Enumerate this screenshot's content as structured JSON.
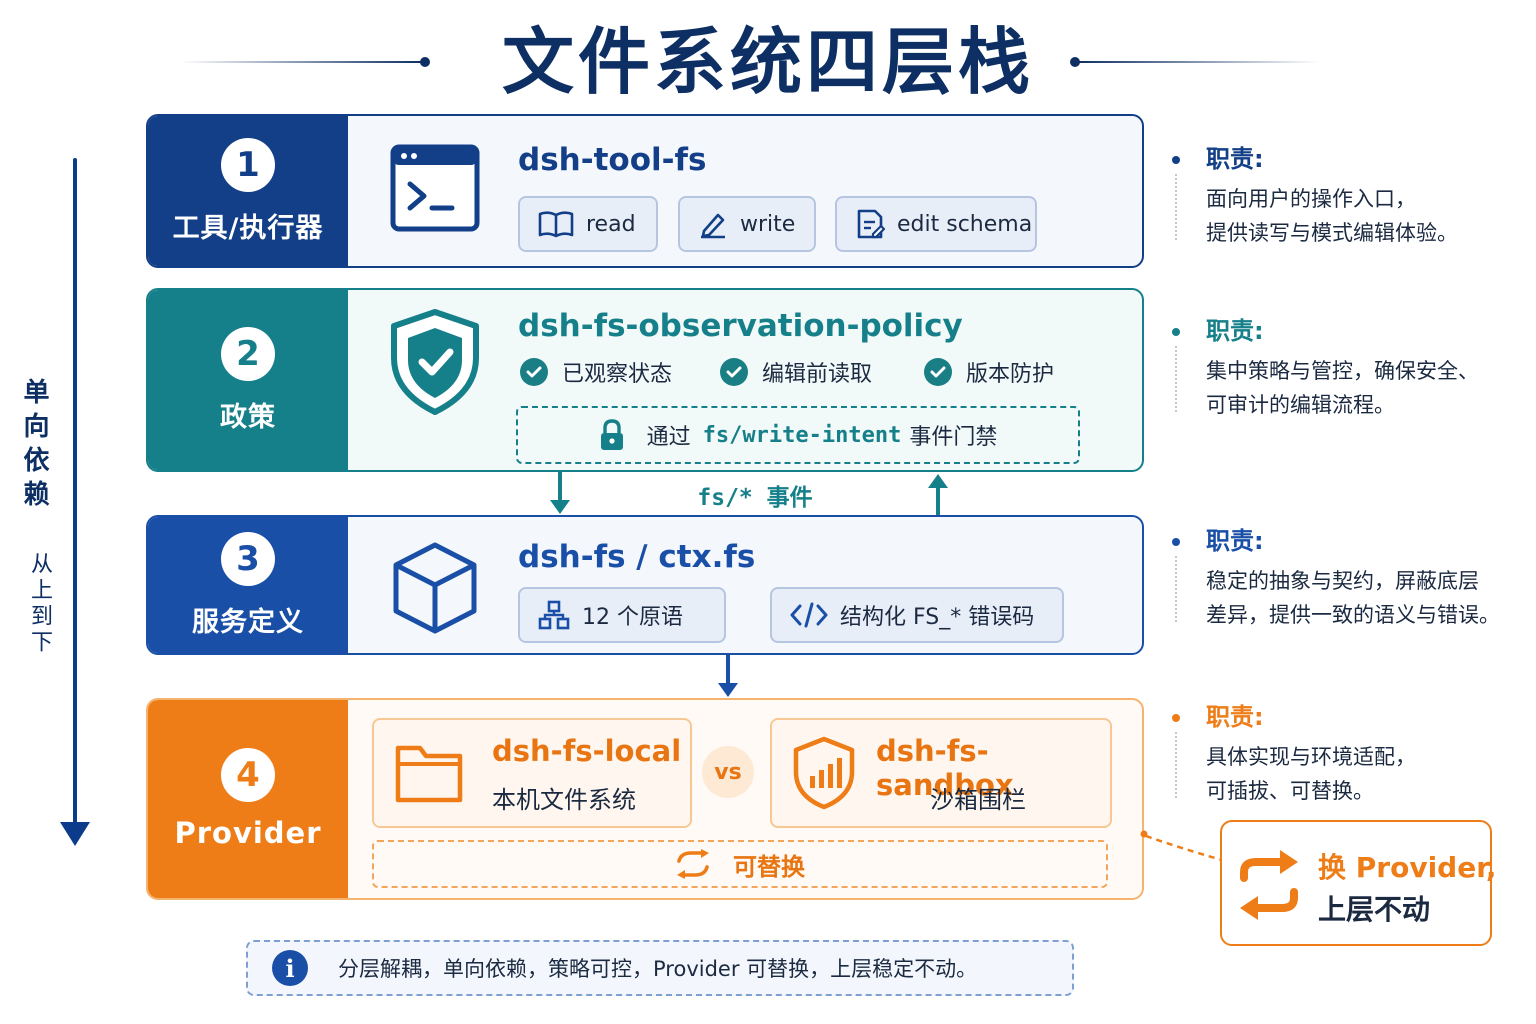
{
  "title": "文件系统四层栈",
  "axis": {
    "label_main": "单向依赖",
    "label_sub": "从上到下"
  },
  "layers": [
    {
      "num": "1",
      "label": "工具/执行器",
      "package": "dsh-tool-fs",
      "pills": [
        "read",
        "write",
        "edit schema"
      ],
      "role_heading": "职责:",
      "role_text": "面向用户的操作入口，\n提供读写与模式编辑体验。"
    },
    {
      "num": "2",
      "label": "政策",
      "package": "dsh-fs-observation-policy",
      "checks": [
        "已观察状态",
        "编辑前读取",
        "版本防护"
      ],
      "gate_prefix": "通过",
      "gate_code": "fs/write-intent",
      "gate_suffix": "事件门禁",
      "role_heading": "职责:",
      "role_text": "集中策略与管控，确保安全、\n可审计的编辑流程。"
    },
    {
      "num": "3",
      "label": "服务定义",
      "package": "dsh-fs / ctx.fs",
      "pills": [
        "12 个原语",
        "结构化 FS_* 错误码"
      ],
      "role_heading": "职责:",
      "role_text": "稳定的抽象与契约，屏蔽底层\n差异，提供一致的语义与错误。"
    },
    {
      "num": "4",
      "label": "Provider",
      "providers": [
        {
          "name": "dsh-fs-local",
          "desc": "本机文件系统"
        },
        {
          "name": "dsh-fs-sandbox",
          "desc": "沙箱围栏"
        }
      ],
      "vs": "vs",
      "replaceable": "可替换",
      "role_heading": "职责:",
      "role_text": "具体实现与环境适配，\n可插拔、可替换。"
    }
  ],
  "events_label": "fs/* 事件",
  "swap_note": {
    "line1": "换 Provider,",
    "line2": "上层不动"
  },
  "footer": "分层解耦，单向依赖，策略可控，Provider 可替换，上层稳定不动。",
  "colors": {
    "navy": "#123f87",
    "teal": "#16808a",
    "blue": "#1a4fa8",
    "orange": "#ee7d18"
  }
}
